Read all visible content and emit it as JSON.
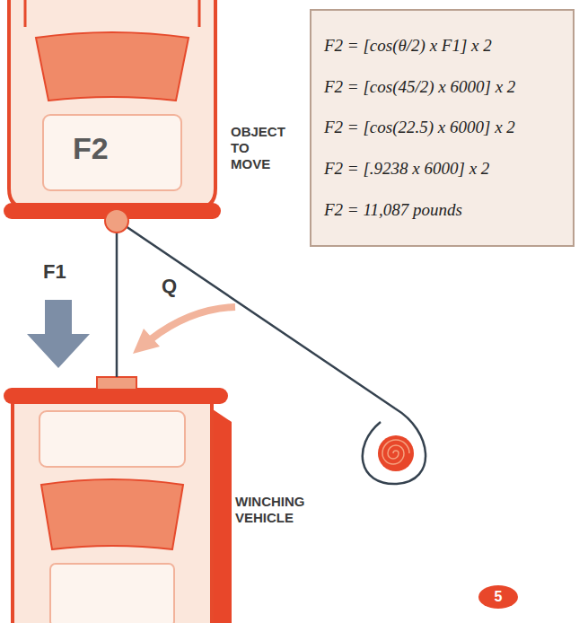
{
  "diagram": {
    "nodes": [
      {
        "text": [
          "F2",
          "OBJECT TO MOVE"
        ]
      },
      {
        "text": [
          "WINCHING VEHICLE"
        ]
      },
      {
        "text": [
          "F2 = [cos(θ/2) x F1] x 2",
          "F2 = [cos(45/2) x 6000] x 2",
          "F2 = [cos(22.5) x 6000] x 2",
          "F2 = [.9238 x 6000] x 2",
          "F2 = 11,087 pounds"
        ]
      },
      {
        "text": [
          "5"
        ]
      }
    ],
    "edges": [
      {
        "from": 0,
        "to": 1,
        "arrow": "none"
      }
    ],
    "labels": [
      "F1",
      "Q"
    ]
  }
}
